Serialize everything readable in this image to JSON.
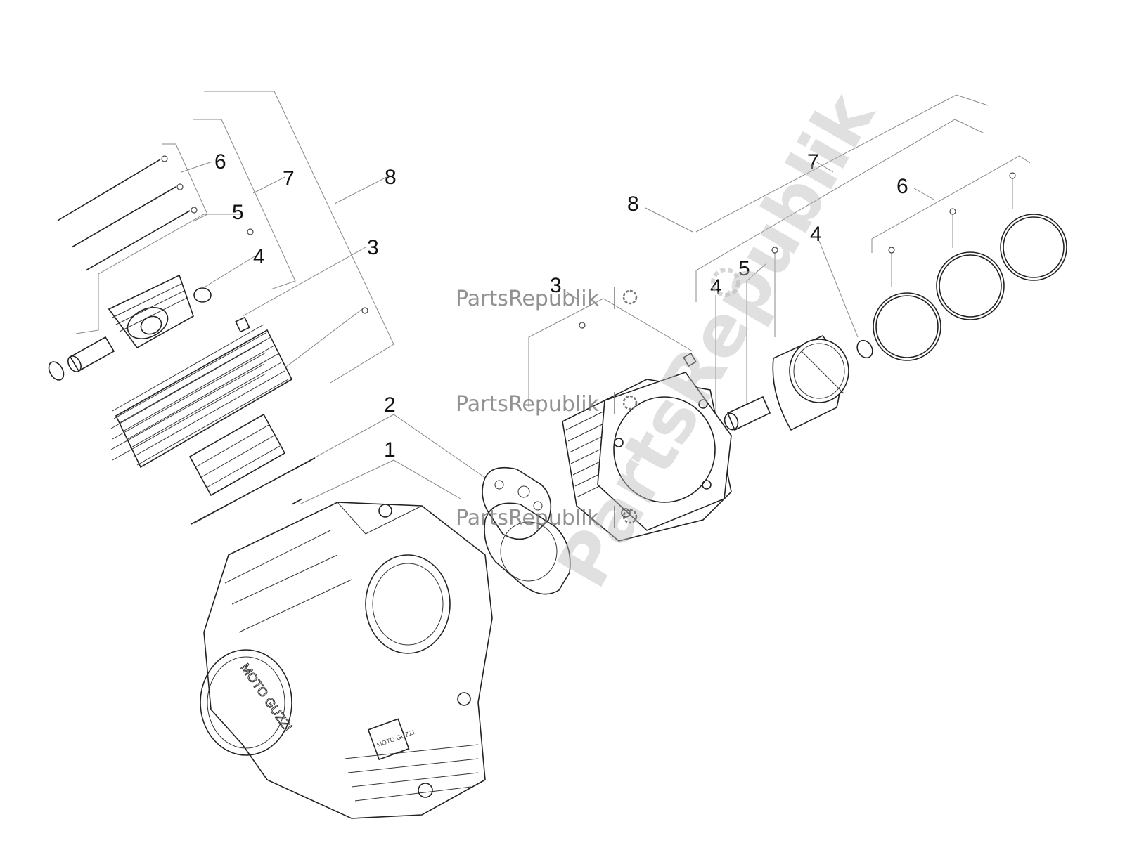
{
  "callouts": {
    "left": {
      "c1": "1",
      "c2": "2",
      "c3": "3",
      "c4": "4",
      "c5": "5",
      "c6": "6",
      "c7": "7",
      "c8": "8"
    },
    "right": {
      "c3": "3",
      "c4a": "4",
      "c4b": "4",
      "c5": "5",
      "c6": "6",
      "c7": "7",
      "c8": "8"
    }
  },
  "watermark": {
    "small": "PartsRepublik",
    "large": "PartsRepublik"
  },
  "engine_logo": {
    "cover_text": "MOTO GUZZI",
    "plate_text": "MOTO GUZZI"
  },
  "colors": {
    "line": "#222222",
    "leader": "#888888",
    "watermark": "#bbbbbb"
  }
}
